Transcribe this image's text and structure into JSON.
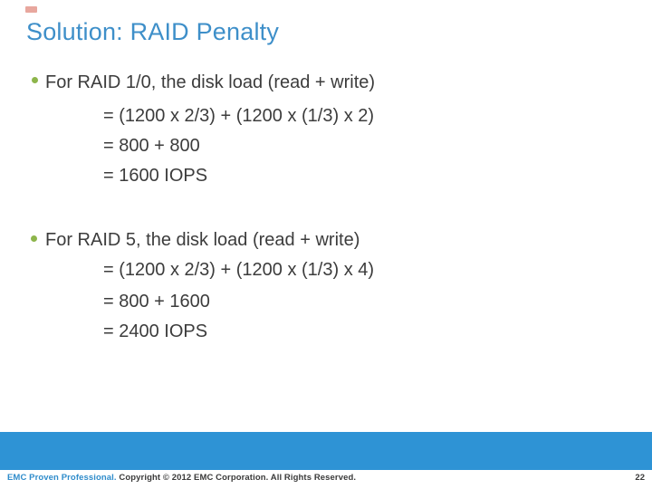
{
  "slide": {
    "title": "Solution: RAID Penalty",
    "bullets": [
      {
        "heading": "For RAID 1/0, the disk load (read + write)",
        "lines": [
          "= (1200 x 2/3) + (1200 x (1/3) x 2)",
          "= 800 + 800",
          "= 1600 IOPS"
        ]
      },
      {
        "heading": "For RAID 5, the disk load (read + write)",
        "lines": [
          "= (1200 x 2/3) + (1200 x (1/3) x 4)",
          "= 800 + 1600",
          "= 2400 IOPS"
        ]
      }
    ],
    "footer": {
      "brand": "EMC Proven Professional.",
      "copyright": "Copyright © 2012 EMC Corporation. All Rights Reserved.",
      "page_number": "22"
    },
    "colors": {
      "title_blue": "#3E8FC9",
      "body_text": "#3C3C3C",
      "bullet_green": "#8DB54B",
      "bar_blue": "#2E93D5",
      "footer_brand_blue": "#2F8CCB",
      "footer_text": "#3A3A3A"
    }
  }
}
